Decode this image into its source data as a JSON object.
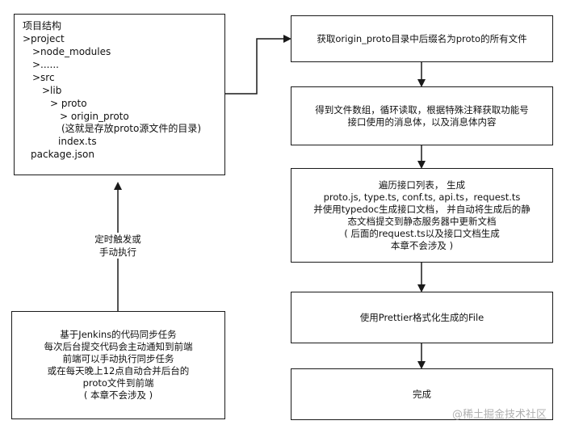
{
  "structure_box": {
    "title": "项目结构",
    "lines": [
      ">project",
      ">node_modules",
      ">......",
      ">src",
      ">lib",
      "> proto",
      "> origin_proto",
      "(这就是存放proto源文件的目录)",
      "index.ts",
      "package.json"
    ]
  },
  "trigger_label": {
    "line1": "定时触发或",
    "line2": "手动执行"
  },
  "jenkins_box": {
    "lines": [
      "基于Jenkins的代码同步任务",
      "每次后台提交代码会主动通知到前端",
      "前端可以手动执行同步任务",
      "或在每天晚上12点自动合并后台的",
      "proto文件到前端",
      "( 本章不会涉及 )"
    ]
  },
  "steps": [
    {
      "lines": [
        "获取origin_proto目录中后缀名为proto的所有文件"
      ]
    },
    {
      "lines": [
        "得到文件数组，循环读取，根据特殊注释获取功能号",
        "接口使用的消息体，以及消息体内容"
      ]
    },
    {
      "lines": [
        "遍历接口列表， 生成",
        "proto.js, type.ts, conf.ts, api.ts，request.ts",
        "并使用typedoc生成接口文档， 并自动将生成后的静",
        "态文档提交到静态服务器中更新文档",
        "( 后面的request.ts以及接口文档生成",
        "本章不会涉及 )"
      ]
    },
    {
      "lines": [
        "使用Prettier格式化生成的File"
      ]
    },
    {
      "lines": [
        "完成"
      ]
    }
  ],
  "watermark": "@稀土掘金技术社区"
}
